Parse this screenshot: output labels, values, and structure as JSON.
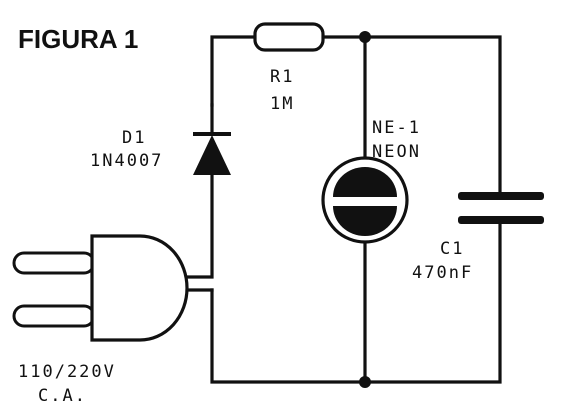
{
  "figure": {
    "title": "FIGURA 1"
  },
  "components": {
    "resistor": {
      "ref": "R1",
      "value": "1M"
    },
    "diode": {
      "ref": "D1",
      "part": "1N4007"
    },
    "neon_lamp": {
      "ref": "NE-1",
      "type": "NEON"
    },
    "capacitor": {
      "ref": "C1",
      "value": "470nF"
    },
    "power_plug": {
      "voltage": "110/220V",
      "type": "C.A."
    }
  }
}
